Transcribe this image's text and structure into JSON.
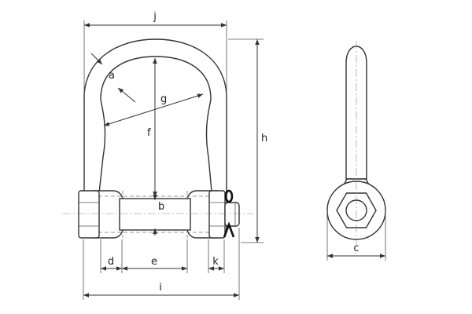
{
  "labels": {
    "a": "a",
    "b": "b",
    "c": "c",
    "d": "d",
    "e": "e",
    "f": "f",
    "g": "g",
    "h": "h",
    "i": "i",
    "j": "j",
    "k": "k"
  }
}
